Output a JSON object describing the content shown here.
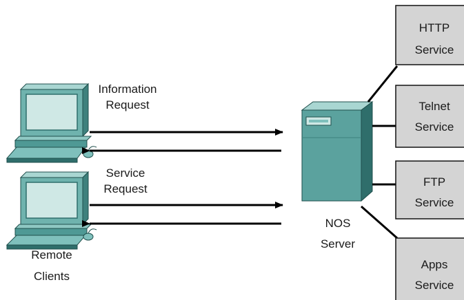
{
  "labels": {
    "information_request": [
      "Information",
      "Request"
    ],
    "service_request": [
      "Service",
      "Request"
    ],
    "remote_clients": [
      "Remote",
      "Clients"
    ],
    "nos_server": [
      "NOS",
      "Server"
    ]
  },
  "services": [
    {
      "line1": "HTTP",
      "line2": "Service"
    },
    {
      "line1": "Telnet",
      "line2": "Service"
    },
    {
      "line1": "FTP",
      "line2": "Service"
    },
    {
      "line1": "Apps",
      "line2": "Service"
    }
  ],
  "colors": {
    "teal_light": "#7fc0bc",
    "teal_mid": "#4f9995",
    "teal_dark": "#2f6e6b",
    "service_box": "#d4d4d4",
    "line": "#000000"
  }
}
